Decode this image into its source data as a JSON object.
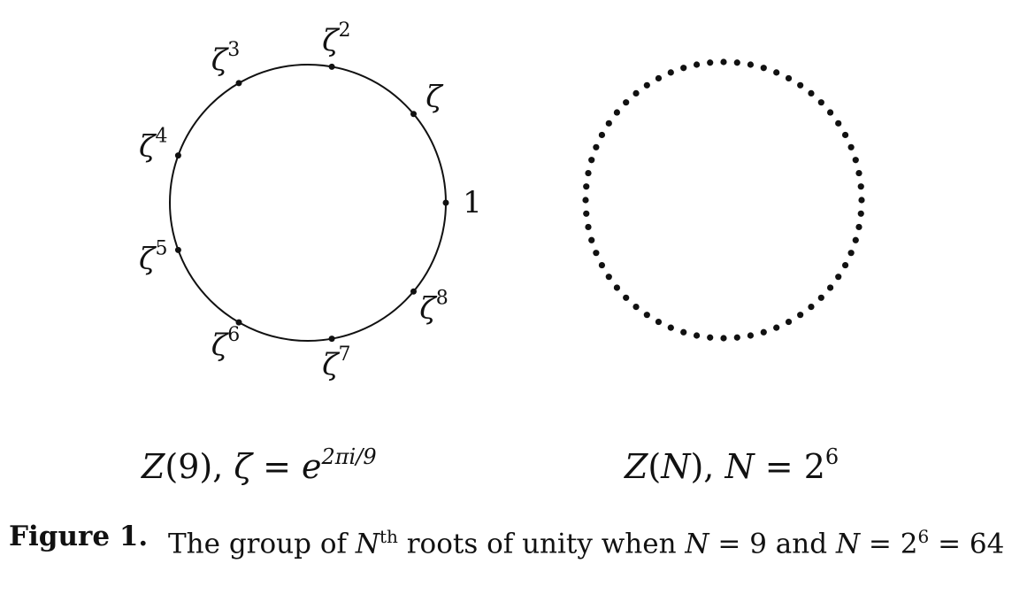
{
  "left_diagram": {
    "root_count": 9,
    "labels": [
      "1",
      "ζ",
      "ζ2",
      "ζ3",
      "ζ4",
      "ζ5",
      "ζ6",
      "ζ7",
      "ζ8"
    ],
    "title": "Z(9), ζ = e2πi/9"
  },
  "right_diagram": {
    "root_count": 64,
    "title": "Z(N), N = 26"
  },
  "caption": {
    "label": "Figure 1.",
    "text": "The group of Nth roots of unity when N = 9 and N = 26 = 64"
  }
}
